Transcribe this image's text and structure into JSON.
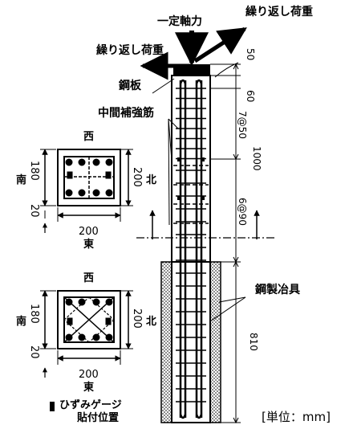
{
  "labels": {
    "axial_force": "一定軸力",
    "cyclic_load_right": "繰り返し荷重",
    "cyclic_load_left": "繰り返し荷重",
    "steel_plate": "鋼板",
    "intermediate_rebar": "中間補強筋",
    "steel_jig": "鋼製冶具",
    "gauge_legend": "ひずみゲージ\n貼付位置",
    "gauge_legend_line1": "ひずみゲージ",
    "gauge_legend_line2": "貼付位置",
    "unit": "[単位：mm]"
  },
  "section_top": {
    "west": "西",
    "east": "東",
    "south": "南",
    "north": "北",
    "dim_180": "180",
    "dim_20": "20",
    "dim_200_right": "200",
    "dim_200_bottom": "200"
  },
  "section_bottom": {
    "west": "西",
    "east": "東",
    "south": "南",
    "north": "北",
    "dim_180": "180",
    "dim_20": "20",
    "dim_200_right": "200",
    "dim_200_bottom": "200"
  },
  "elevation_dims": {
    "d50": "50",
    "d60": "60",
    "d7at50": "7@50",
    "d1000": "1000",
    "d6at90": "6@90",
    "d810": "810"
  }
}
